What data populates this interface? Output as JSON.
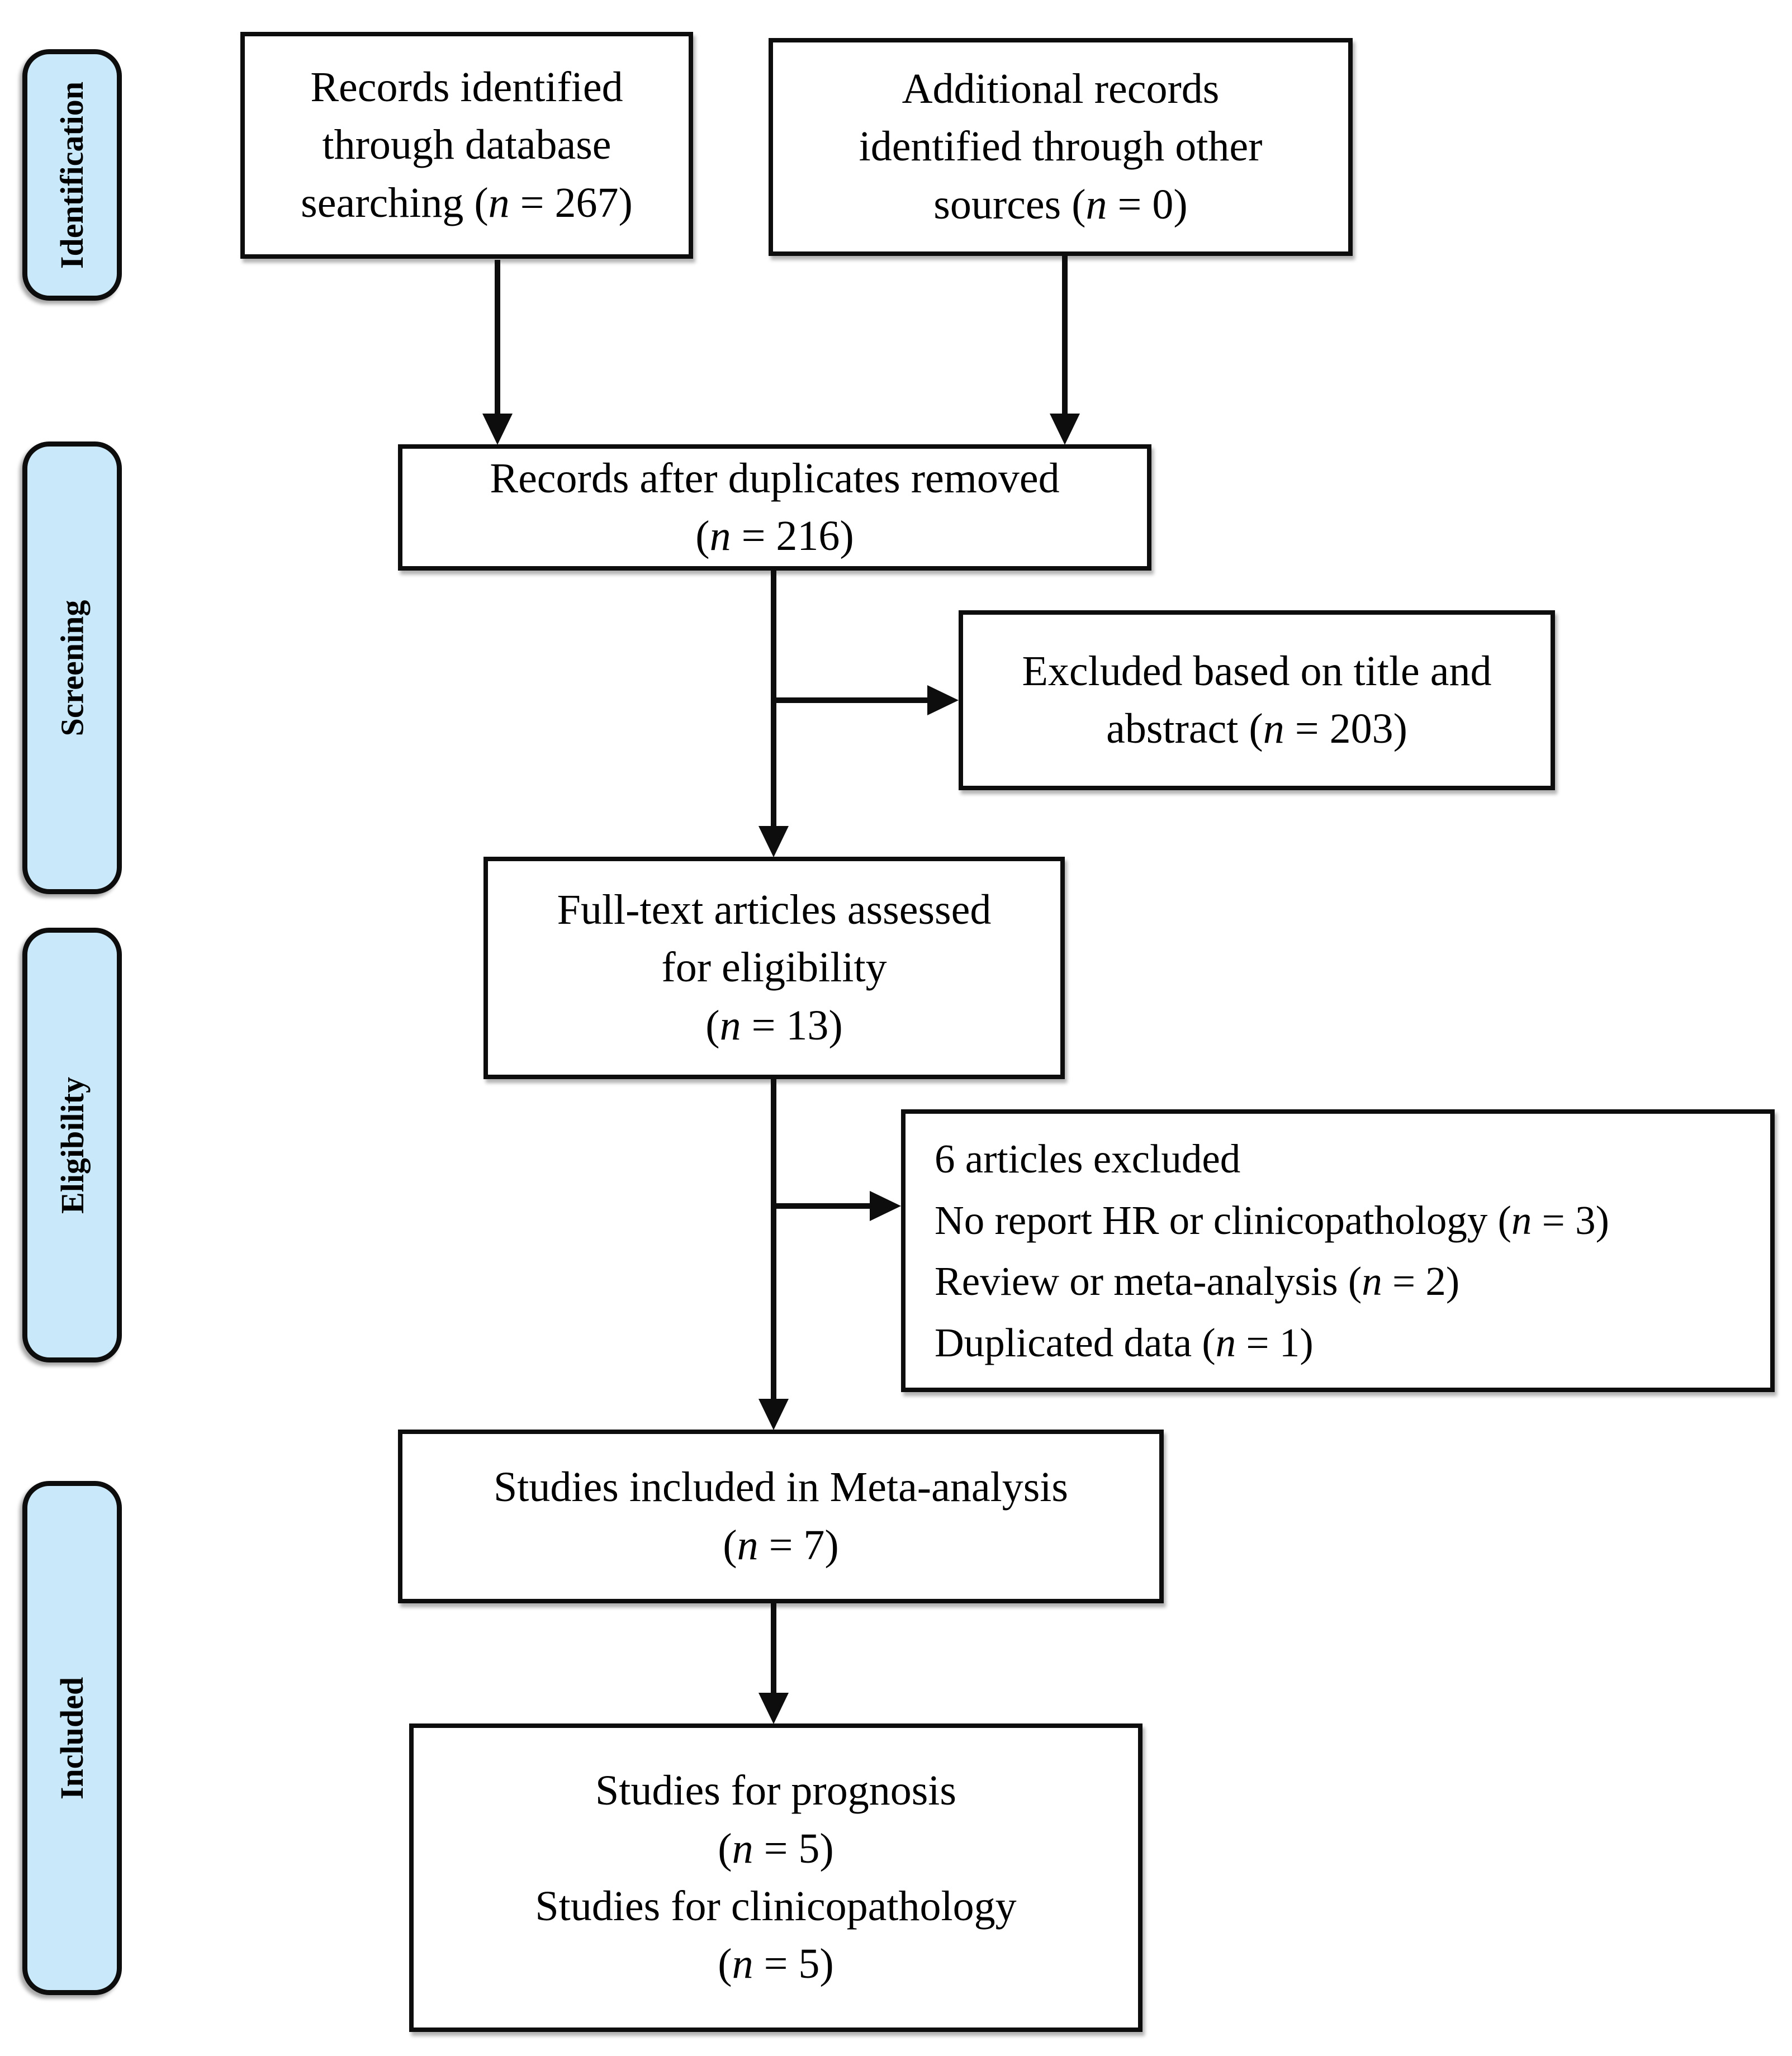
{
  "stages": [
    {
      "label": "Identification"
    },
    {
      "label": "Screening"
    },
    {
      "label": "Eligibility"
    },
    {
      "label": "Included"
    }
  ],
  "boxes": {
    "database": {
      "lines": [
        "Records identified",
        "through database",
        "searching (n = 267)"
      ]
    },
    "additional": {
      "lines": [
        "Additional records",
        "identified through other",
        "sources (n = 0)"
      ]
    },
    "duplicates": {
      "lines": [
        "Records after duplicates removed",
        "(n = 216)"
      ]
    },
    "excluded_title": {
      "lines": [
        "Excluded based on title and",
        "abstract (n = 203)"
      ]
    },
    "fulltext": {
      "lines": [
        "Full-text articles assessed",
        "for eligibility",
        "(n = 13)"
      ]
    },
    "excluded_fulltext": {
      "lines": [
        "6 articles excluded",
        "No report HR or clinicopathology (n = 3)",
        "Review or meta-analysis (n = 2)",
        "Duplicated data (n = 1)"
      ]
    },
    "meta": {
      "lines": [
        "Studies included in Meta-analysis",
        "(n = 7)"
      ]
    },
    "final": {
      "lines": [
        "Studies for prognosis",
        "(n = 5)",
        "Studies for clinicopathology",
        "(n = 5)"
      ]
    }
  },
  "colors": {
    "stage_fill": "#c9e8f9",
    "line_color": "#0d0d0d",
    "box_bg": "#ffffff"
  }
}
